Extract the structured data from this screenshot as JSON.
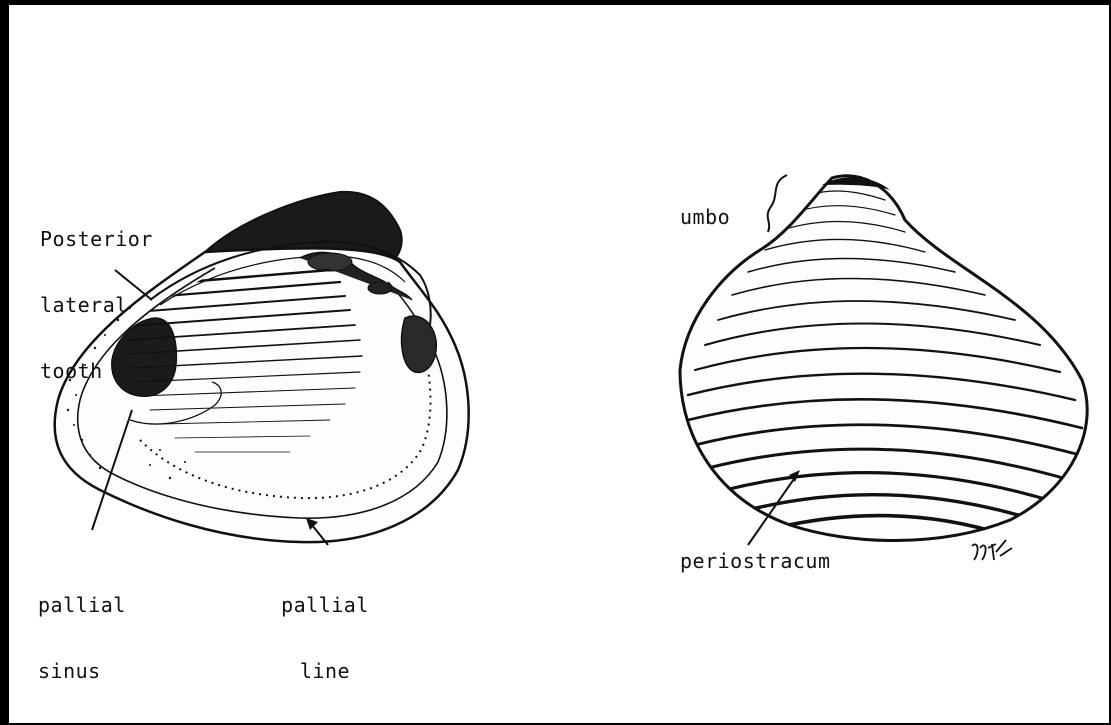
{
  "labels": {
    "posterior_lateral_tooth": [
      "Posterior",
      "lateral",
      "tooth"
    ],
    "pallial_sinus": [
      "pallial",
      "sinus"
    ],
    "pallial_line": [
      "pallial",
      "line"
    ],
    "umbo": "umbo",
    "periostracum": "periostracum"
  },
  "signature": "JJH",
  "colors": {
    "ink": "#111111",
    "paper": "#ffffff",
    "frame": "#000000"
  }
}
